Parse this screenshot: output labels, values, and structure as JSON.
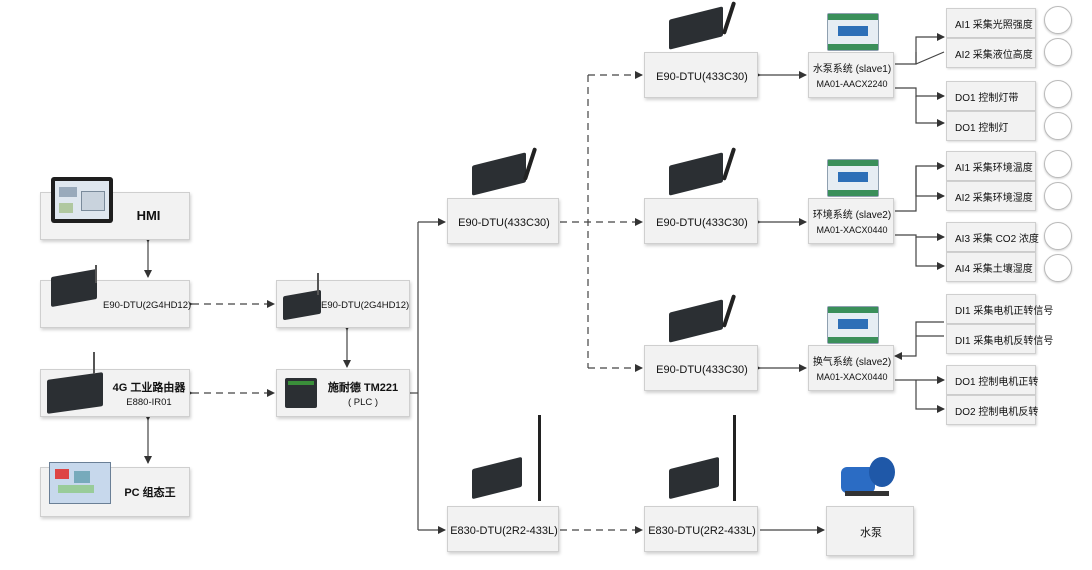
{
  "hmi": {
    "label": "HMI"
  },
  "e90_2g4_left": {
    "label": "E90-DTU(2G4HD12)"
  },
  "e90_2g4_right": {
    "label": "E90-DTU(2G4HD12)"
  },
  "router": {
    "line1": "4G 工业路由器",
    "line2": "E880-IR01"
  },
  "plc": {
    "line1": "施耐德 TM221",
    "line2": "( PLC )"
  },
  "pc": {
    "label": "PC 组态王"
  },
  "e90_433_main": {
    "label": "E90-DTU(433C30)"
  },
  "e90_433_a": {
    "label": "E90-DTU(433C30)"
  },
  "e90_433_b": {
    "label": "E90-DTU(433C30)"
  },
  "e90_433_c": {
    "label": "E90-DTU(433C30)"
  },
  "e830_left": {
    "label": "E830-DTU(2R2-433L)"
  },
  "e830_right": {
    "label": "E830-DTU(2R2-433L)"
  },
  "pump": {
    "label": "水泵"
  },
  "slave1": {
    "line1": "水泵系统 (slave1)",
    "line2": "MA01-AACX2240"
  },
  "slave2a": {
    "line1": "环境系统 (slave2)",
    "line2": "MA01-XACX0440"
  },
  "slave2b": {
    "line1": "换气系统 (slave2)",
    "line2": "MA01-XACX0440"
  },
  "leaves": {
    "s1": [
      "AI1 采集光照强度",
      "AI2 采集液位高度",
      "DO1 控制灯带",
      "DO1 控制灯"
    ],
    "s2": [
      "AI1 采集环境温度",
      "AI2 采集环境湿度",
      "AI3 采集 CO2 浓度",
      "AI4 采集土壤湿度"
    ],
    "s3": [
      "DI1 采集电机正转信号",
      "DI1 采集电机反转信号",
      "DO1 控制电机正转",
      "DO2 控制电机反转"
    ]
  },
  "colors": {
    "box_bg": "#f2f2f2",
    "box_border": "#cfcfcf",
    "line": "#444444",
    "device_dark": "#2b2f33"
  }
}
